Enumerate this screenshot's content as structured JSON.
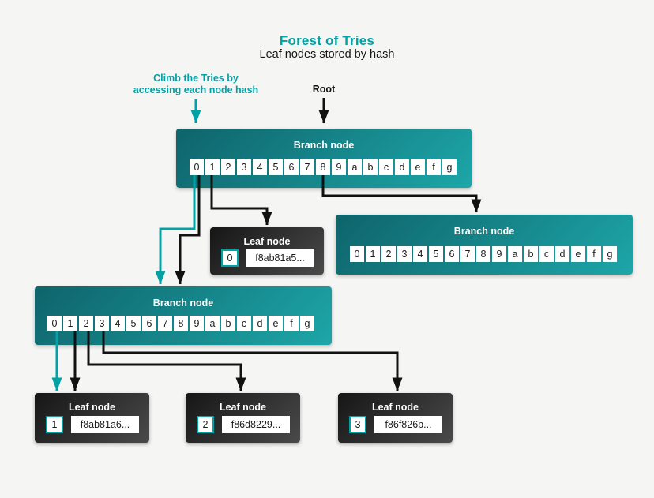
{
  "title": "Forest of Tries",
  "subtitle": "Leaf nodes stored by hash",
  "annotations": {
    "climb": "Climb the Tries by\naccessing each node hash",
    "root": "Root"
  },
  "hex_digits": [
    "0",
    "1",
    "2",
    "3",
    "4",
    "5",
    "6",
    "7",
    "8",
    "9",
    "a",
    "b",
    "c",
    "d",
    "e",
    "f",
    "g"
  ],
  "nodes": {
    "root_branch": {
      "label": "Branch node"
    },
    "right_branch": {
      "label": "Branch node"
    },
    "left_branch": {
      "label": "Branch node"
    },
    "leaf0": {
      "label": "Leaf node",
      "index": "0",
      "hash": "f8ab81a5..."
    },
    "leaf1": {
      "label": "Leaf node",
      "index": "1",
      "hash": "f8ab81a6..."
    },
    "leaf2": {
      "label": "Leaf node",
      "index": "2",
      "hash": "f86d8229..."
    },
    "leaf3": {
      "label": "Leaf node",
      "index": "3",
      "hash": "f86f826b..."
    }
  },
  "connections": [
    {
      "from": "climb-annotation",
      "to": "root-branch",
      "style": "teal"
    },
    {
      "from": "root-annotation",
      "to": "root-branch",
      "style": "black"
    },
    {
      "from": "root-branch.cell-0",
      "to": "left-branch",
      "style": "teal"
    },
    {
      "from": "root-branch.cell-0",
      "to": "left-branch",
      "style": "black"
    },
    {
      "from": "root-branch.cell-1",
      "to": "leaf-0",
      "style": "black"
    },
    {
      "from": "root-branch.cell-8",
      "to": "right-branch",
      "style": "black"
    },
    {
      "from": "left-branch.cell-0",
      "to": "leaf-1",
      "style": "teal"
    },
    {
      "from": "left-branch.cell-1",
      "to": "leaf-1",
      "style": "black"
    },
    {
      "from": "left-branch.cell-2",
      "to": "leaf-2",
      "style": "black"
    },
    {
      "from": "left-branch.cell-3",
      "to": "leaf-3",
      "style": "black"
    }
  ],
  "colors": {
    "accent_teal": "#00a2a6",
    "connector_black": "#111111",
    "background": "#f5f5f4",
    "branch_gradient_start": "#0e646b",
    "branch_gradient_end": "#1da6a8",
    "leaf_gradient_start": "#161616",
    "leaf_gradient_end": "#4a4a4a"
  }
}
